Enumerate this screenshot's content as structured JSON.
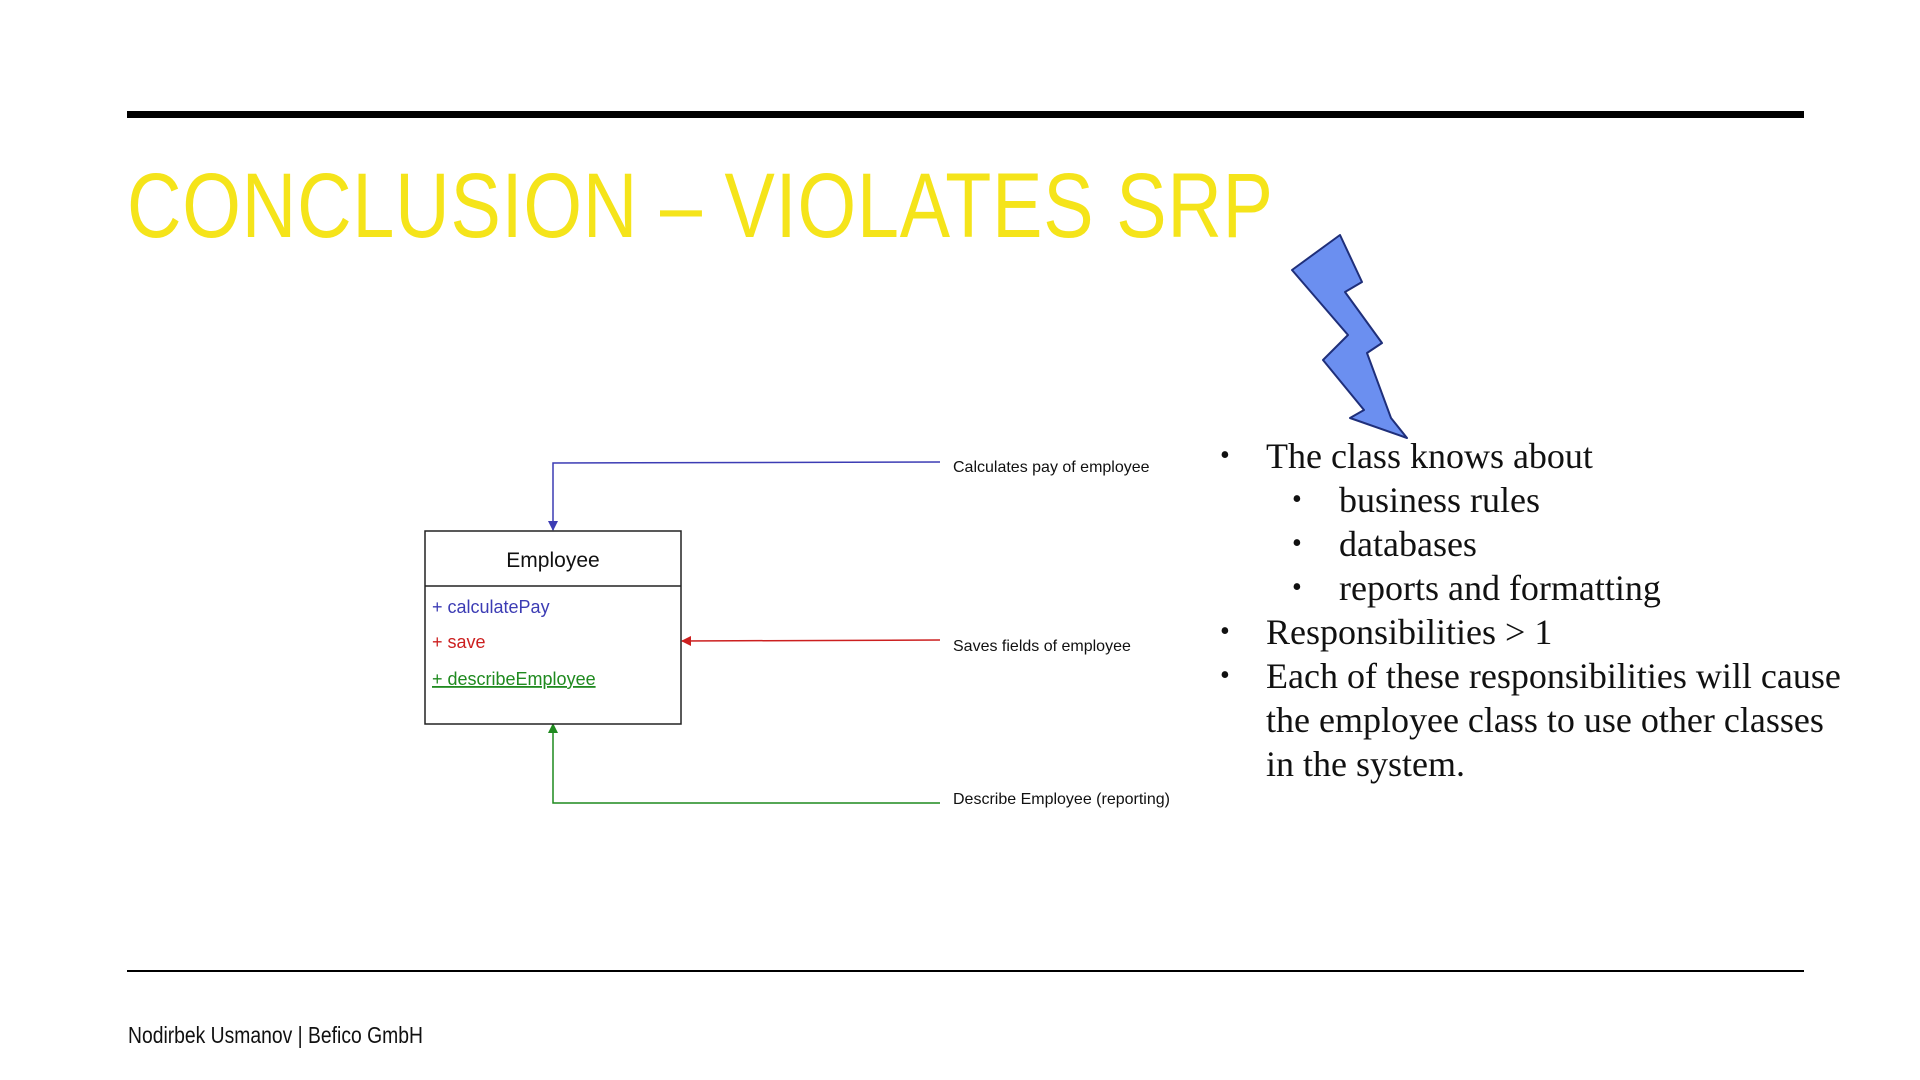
{
  "slide": {
    "title": "CONCLUSION – VIOLATES SRP",
    "footer": "Nodirbek Usmanov | Befico GmbH"
  },
  "diagram": {
    "class_name": "Employee",
    "methods": [
      {
        "label": "+ calculatePay",
        "color": "#3c3cb4"
      },
      {
        "label": "+ save",
        "color": "#cc1f1f"
      },
      {
        "label": "+ describeEmployee",
        "color": "#1f8a1f"
      }
    ],
    "notes": {
      "pay": "Calculates pay of employee",
      "save": "Saves fields of employee",
      "describe": "Describe Employee (reporting)"
    },
    "colors": {
      "pay": "#3c3cb4",
      "save": "#cc1f1f",
      "describe": "#1f8a1f"
    }
  },
  "decoration": {
    "bolt_icon": "lightning-bolt-icon",
    "bolt_fill": "#6b8ff0",
    "bolt_stroke": "#1f2f7a",
    "title_color": "#f5e41a"
  },
  "bullets": {
    "b1": "The class knows about",
    "b1_sub1": "business rules",
    "b1_sub2": "databases",
    "b1_sub3": "reports and formatting",
    "b2": "Responsibilities > 1",
    "b3_line1": "Each of these responsibilities will cause",
    "b3_line2": "the employee class to use other classes",
    "b3_line3": "in the system."
  }
}
